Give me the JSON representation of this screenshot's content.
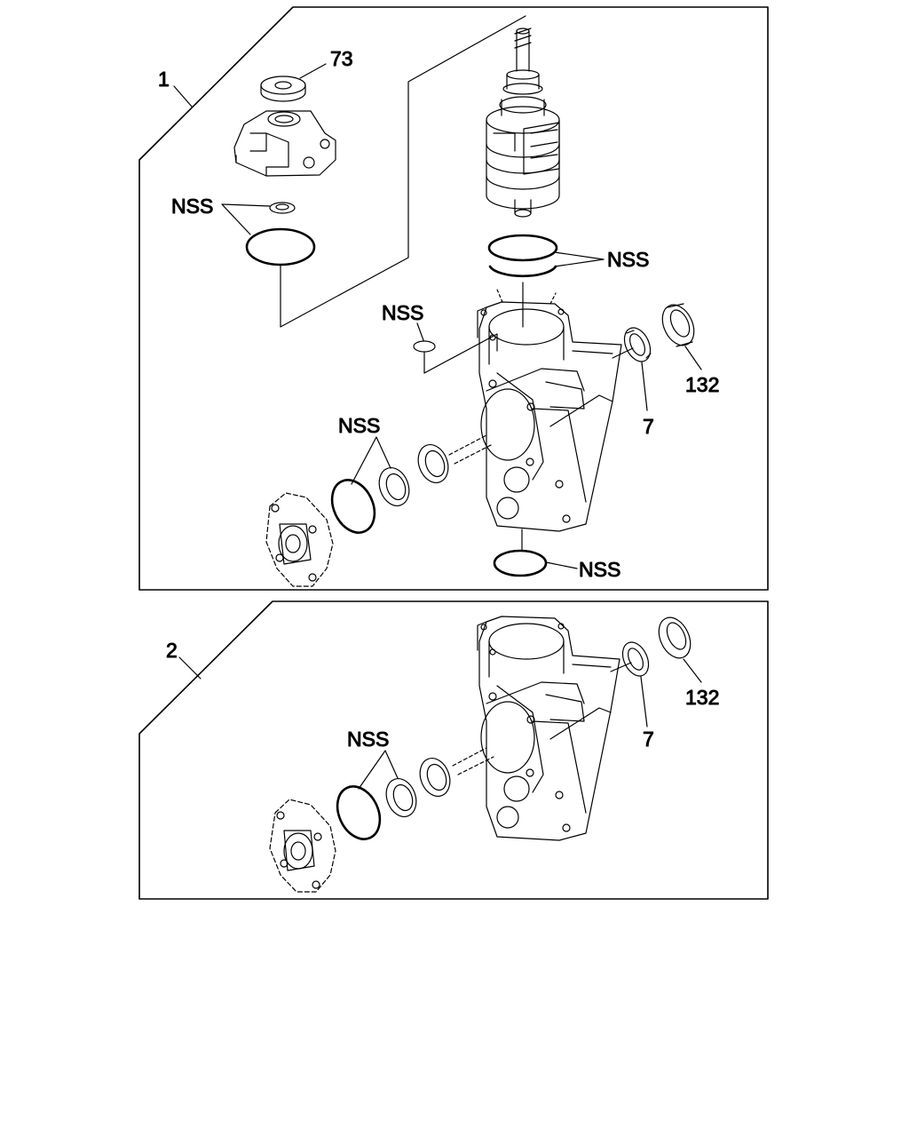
{
  "colors": {
    "ink": "#000000",
    "paper": "#ffffff"
  },
  "panel_1": {
    "number": "1",
    "labels": {
      "n73": "73",
      "nss_cap_seals": "NSS",
      "nss_pinion_rings": "NSS",
      "nss_small_oring": "NSS",
      "n132": "132",
      "n7": "7",
      "nss_sector_seals": "NSS",
      "nss_bottom_oring": "NSS"
    }
  },
  "panel_2": {
    "number": "2",
    "labels": {
      "n132": "132",
      "n7": "7",
      "nss_sector_seals": "NSS"
    }
  }
}
